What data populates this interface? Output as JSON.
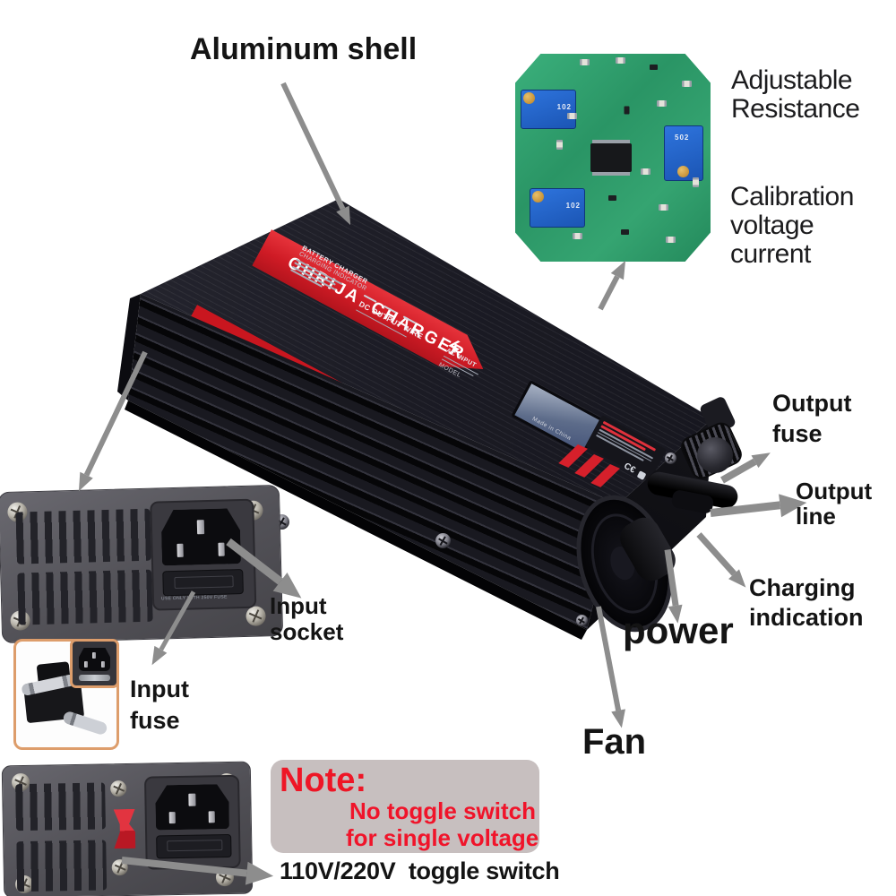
{
  "ann": {
    "aluminum_shell": "Aluminum shell",
    "adjustable1": "Adjustable",
    "adjustable2": "Resistance",
    "calib1": "Calibration",
    "calib2": "voltage",
    "calib3": "current",
    "outfuse1": "Output",
    "outfuse2": "fuse",
    "outline1": "Output",
    "outline2": "line",
    "charging1": "Charging",
    "charging2": "indication",
    "power": "power",
    "fan": "Fan",
    "insocket1": "Input",
    "insocket2": "socket",
    "infuse1": "Input",
    "infuse2": "fuse",
    "toggle": "110V/220V  toggle switch"
  },
  "note": {
    "title": "Note:",
    "line1": "No toggle switch",
    "line2": "for single voltage"
  },
  "charger": {
    "stripe_text": "OHRIJA  CHARGER",
    "bolt_icon": "ϟ",
    "label1_line1": "BATTERY CHARGER",
    "label1_line2": "CHARGING INDICATOR",
    "dc_text": "DC OUTPUT WIRE",
    "ac_text": "AC INPUT",
    "model_text": "MODEL",
    "made_in": "Made in China",
    "cert_marks": "C€"
  },
  "panels": {
    "fuse_warning": "USE ONLY WITH 250V FUSE"
  },
  "pcb": {
    "trimpot1": "102",
    "trimpot2": "502",
    "trimpot3": "102"
  },
  "colors": {
    "accent_red": "#d6202b",
    "note_red": "#ee1626",
    "arrow_gray": "#8d8d8d",
    "pcb_green": "#2f9e6e",
    "trimpot_blue": "#1d5fc4",
    "panel_gray": "#59585e",
    "note_bg": "#c7bfbf"
  }
}
